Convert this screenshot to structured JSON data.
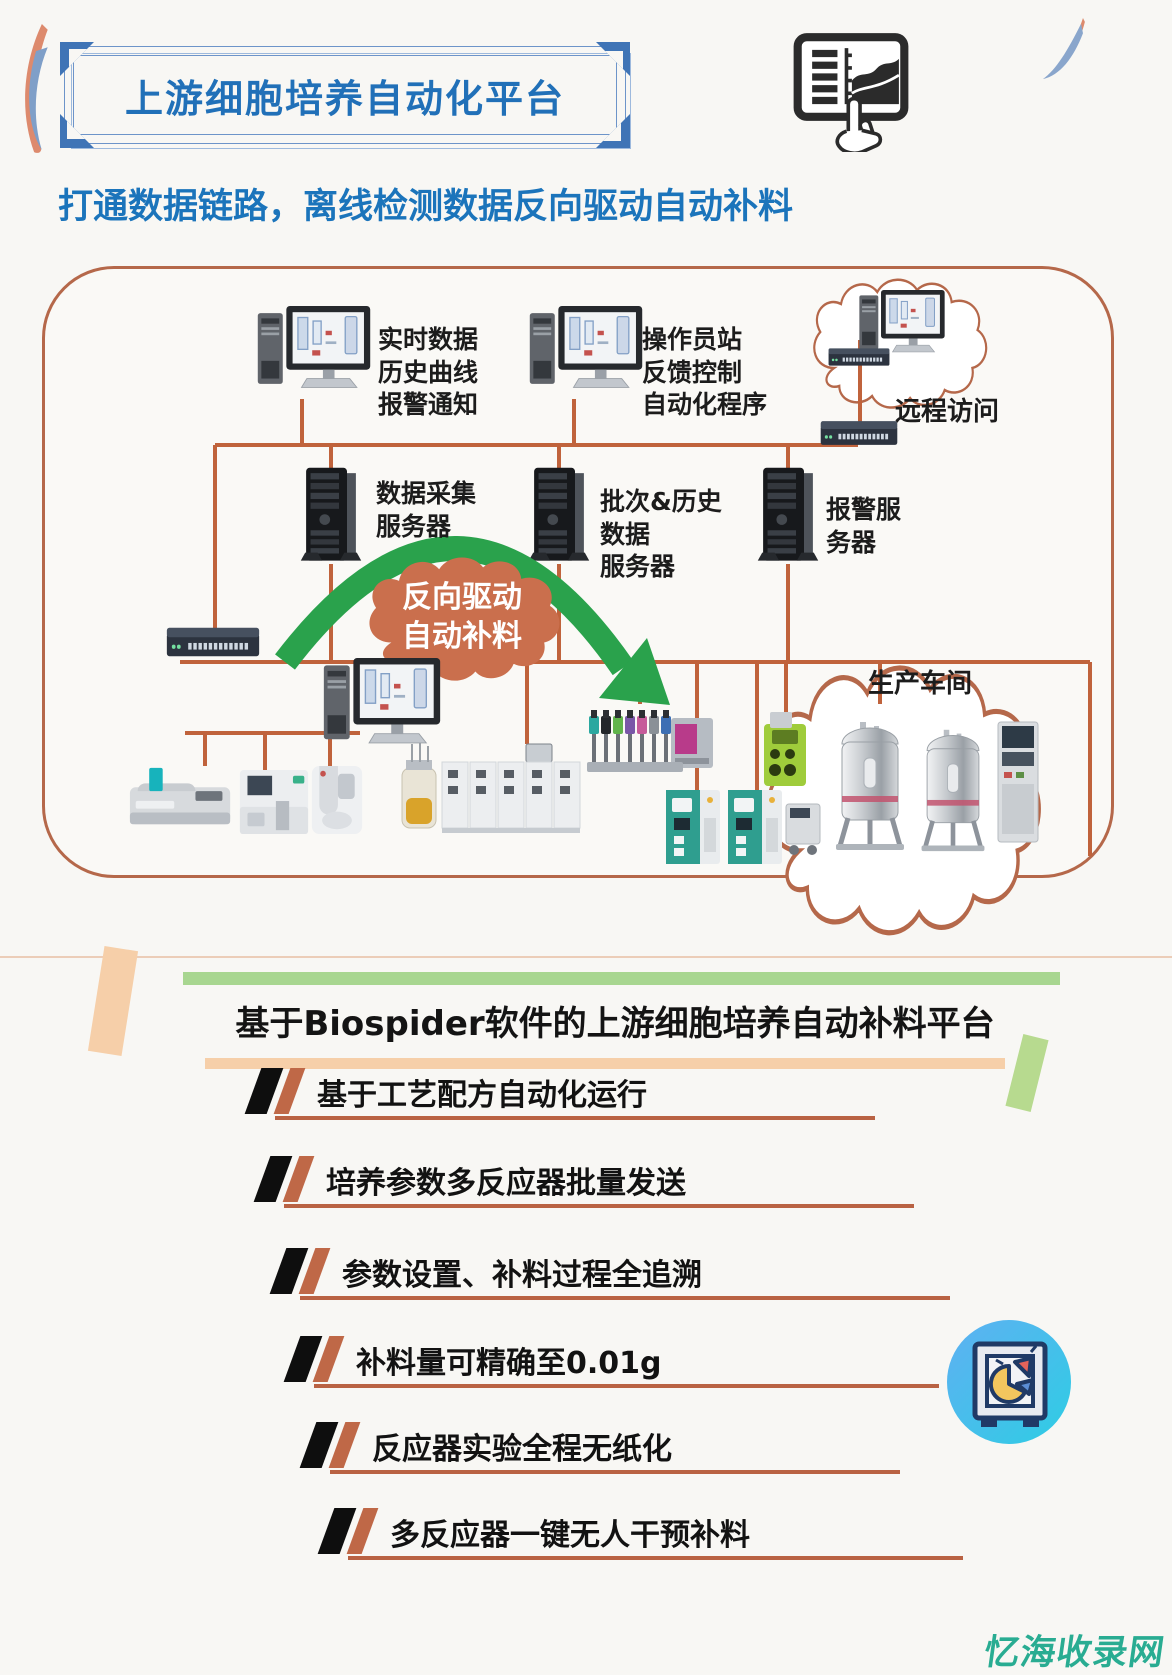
{
  "header": {
    "title": "上游细胞培养自动化平台",
    "subtitle": "打通数据链路，离线检测数据反向驱动自动补料"
  },
  "diagram": {
    "workstation1_label": "实时数据\n历史曲线\n报警通知",
    "workstation2_label": "操作员站\n反馈控制\n自动化程序",
    "remote_access_label": "远程访问",
    "server1_label": "数据采集\n服务器",
    "server2_label": "批次&历史\n数据\n服务器",
    "server3_label": "报警服\n务器",
    "drive_cloud_label": "反向驱动\n自动补料",
    "workshop_label": "生产车间"
  },
  "banner": {
    "title": "基于Biospider软件的上游细胞培养自动补料平台"
  },
  "features": {
    "items": [
      {
        "text": "基于工艺配方自动化运行"
      },
      {
        "text": "培养参数多反应器批量发送"
      },
      {
        "text": "参数设置、补料过程全追溯"
      },
      {
        "text": "补料量可精确至0.01g"
      },
      {
        "text": "反应器实验全程无纸化"
      },
      {
        "text": "多反应器一键无人干预补料"
      }
    ]
  },
  "footer": {
    "watermark": "忆海收录网"
  },
  "icons": {
    "header_icon": "tablet-chart-touch-icon",
    "feature_icon": "safe-pie-chart-icon"
  },
  "colors": {
    "accent_blue": "#1b74bb",
    "line_orange": "#c0633c",
    "panel_border": "#b5684a",
    "arrow_green": "#2aa24c",
    "cloud_orange": "#ca6f4d",
    "banner_green": "#a8d690",
    "banner_peach": "#f6cfa9",
    "watermark_teal": "#29ac92"
  }
}
